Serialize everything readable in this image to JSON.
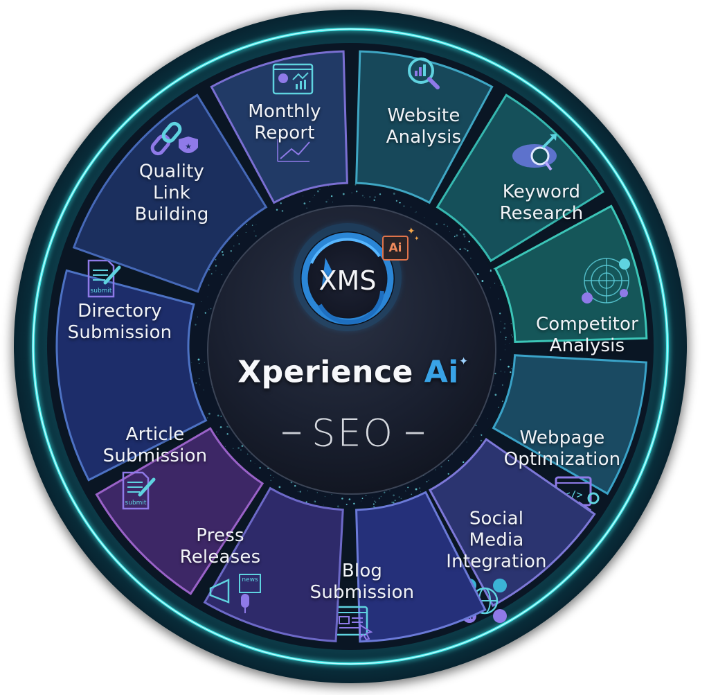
{
  "center": {
    "logo_text": "XMS",
    "logo_badge": "Ai",
    "title_main": "Xperience ",
    "title_accent": "Ai",
    "subtitle": "SEO"
  },
  "colors": {
    "neon_ring": "#3ee6e6",
    "outer_disk": "#0c2a36",
    "center_disk": "#1b2130",
    "accent_blue": "#39a3e6",
    "badge_orange": "#e0734a",
    "text": "#f2f4f8"
  },
  "segments": [
    {
      "id": "website-analysis",
      "lines": [
        "Website",
        "Analysis"
      ],
      "icon": "magnifier-chart-icon",
      "fill": "#17485a",
      "stroke": "#3fa7c4"
    },
    {
      "id": "keyword-research",
      "lines": [
        "Keyword",
        "Research"
      ],
      "icon": "cloud-search-icon",
      "fill": "#15505a",
      "stroke": "#36b8b0"
    },
    {
      "id": "competitor-analysis",
      "lines": [
        "Competitor",
        "Analysis"
      ],
      "icon": "radar-icon",
      "fill": "#155659",
      "stroke": "#3cc6b8"
    },
    {
      "id": "webpage-optimization",
      "lines": [
        "Webpage",
        "Optimization"
      ],
      "icon": "code-gear-icon",
      "fill": "#1a4a62",
      "stroke": "#3aa3c8"
    },
    {
      "id": "social-media-integration",
      "lines": [
        "Social",
        "Media",
        "Integration"
      ],
      "icon": "globe-social-icon",
      "fill": "#2b3470",
      "stroke": "#7d78d8"
    },
    {
      "id": "blog-submission",
      "lines": [
        "Blog",
        "Submission"
      ],
      "icon": "browser-cursor-icon",
      "fill": "#25307a",
      "stroke": "#6b7ad8"
    },
    {
      "id": "press-releases",
      "lines": [
        "Press",
        "Releases"
      ],
      "icon": "megaphone-news-icon",
      "fill": "#2e2a6a",
      "stroke": "#6d69c8"
    },
    {
      "id": "article-submission",
      "lines": [
        "Article",
        "Submission"
      ],
      "icon": "document-pen-icon",
      "fill": "#3d2766",
      "stroke": "#9a62c8"
    },
    {
      "id": "directory-submission",
      "lines": [
        "Directory",
        "Submission"
      ],
      "icon": "document-pen-icon",
      "fill": "#1d2d6a",
      "stroke": "#4d72c4"
    },
    {
      "id": "quality-link-building",
      "lines": [
        "Quality",
        "Link",
        "Building"
      ],
      "icon": "chain-shield-icon",
      "fill": "#1b2f5e",
      "stroke": "#4669b8"
    },
    {
      "id": "monthly-report",
      "lines": [
        "Monthly",
        "Report"
      ],
      "icon": "dashboard-report-icon",
      "fill": "#213a66",
      "stroke": "#7a6fd2"
    }
  ],
  "segment_order_note_visible": false,
  "icons": {
    "submit_label": "submit",
    "news_label": "news"
  }
}
